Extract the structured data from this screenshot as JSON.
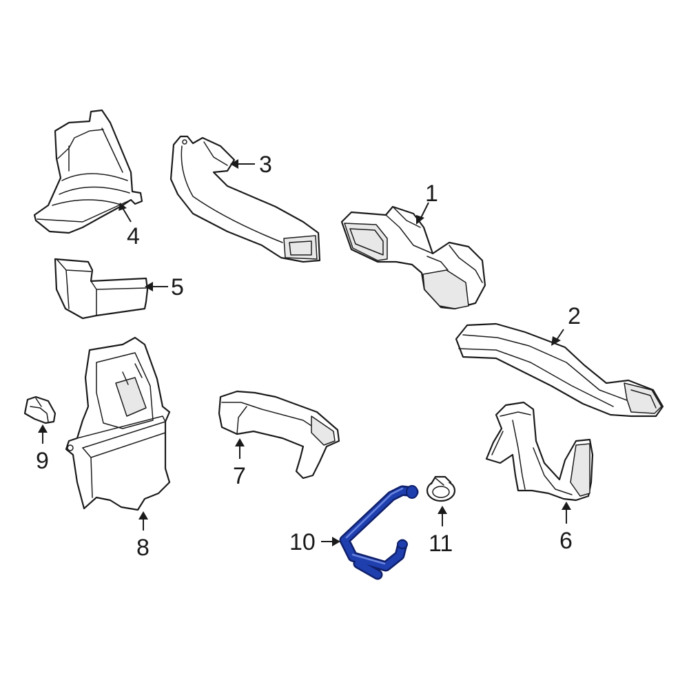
{
  "colors": {
    "line": "#1a1a1a",
    "highlight": "#1f3fae",
    "highlight_dark": "#0f1f6a",
    "background": "#ffffff"
  },
  "callouts": [
    {
      "id": "1",
      "label": "1"
    },
    {
      "id": "2",
      "label": "2"
    },
    {
      "id": "3",
      "label": "3"
    },
    {
      "id": "4",
      "label": "4"
    },
    {
      "id": "5",
      "label": "5"
    },
    {
      "id": "6",
      "label": "6"
    },
    {
      "id": "7",
      "label": "7"
    },
    {
      "id": "8",
      "label": "8"
    },
    {
      "id": "9",
      "label": "9"
    },
    {
      "id": "10",
      "label": "10"
    },
    {
      "id": "11",
      "label": "11"
    }
  ],
  "highlighted_part": "10"
}
